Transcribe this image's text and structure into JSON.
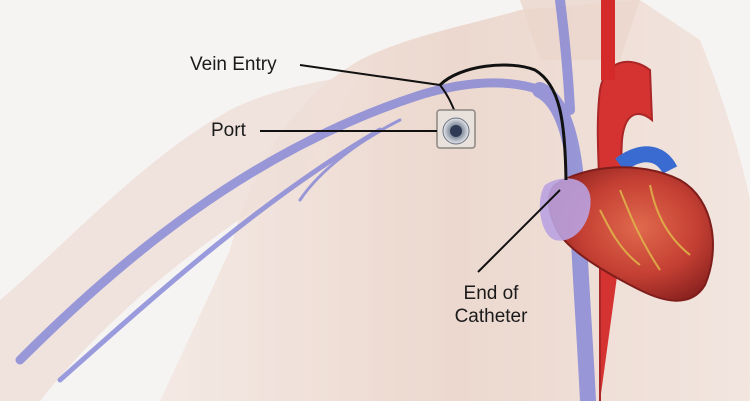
{
  "labels": {
    "vein_entry": "Vein Entry",
    "port": "Port",
    "end_of_catheter_line1": "End of",
    "end_of_catheter_line2": "Catheter"
  },
  "colors": {
    "background": "#f6f4f3",
    "skin": "#ecd9d0",
    "vein": "#7b7ed6",
    "artery": "#d42a2a",
    "heart": "#c9473a",
    "catheter": "#111111",
    "leader_line": "#111111"
  }
}
